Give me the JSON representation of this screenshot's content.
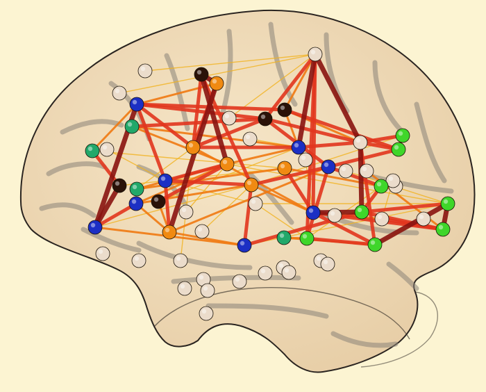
{
  "colors": {
    "background": "#fcf4d2",
    "brain_fill": "#efd9b6",
    "brain_outline": "#2a2420",
    "sulci": "#8a8478",
    "node_colors": {
      "blue": "#1c2fc4",
      "green": "#3fd62a",
      "teal": "#22a86a",
      "orange": "#f08a12",
      "black": "#2a1208",
      "beige": "#ebdccb"
    },
    "edge_colors": {
      "thin": "#f2b320",
      "medium": "#f07a12",
      "strong": "#e2361e",
      "strongest": "#8a1410"
    }
  },
  "network": {
    "node_count": 62,
    "edge_weight_levels": [
      "thin",
      "medium",
      "strong",
      "strongest"
    ]
  }
}
